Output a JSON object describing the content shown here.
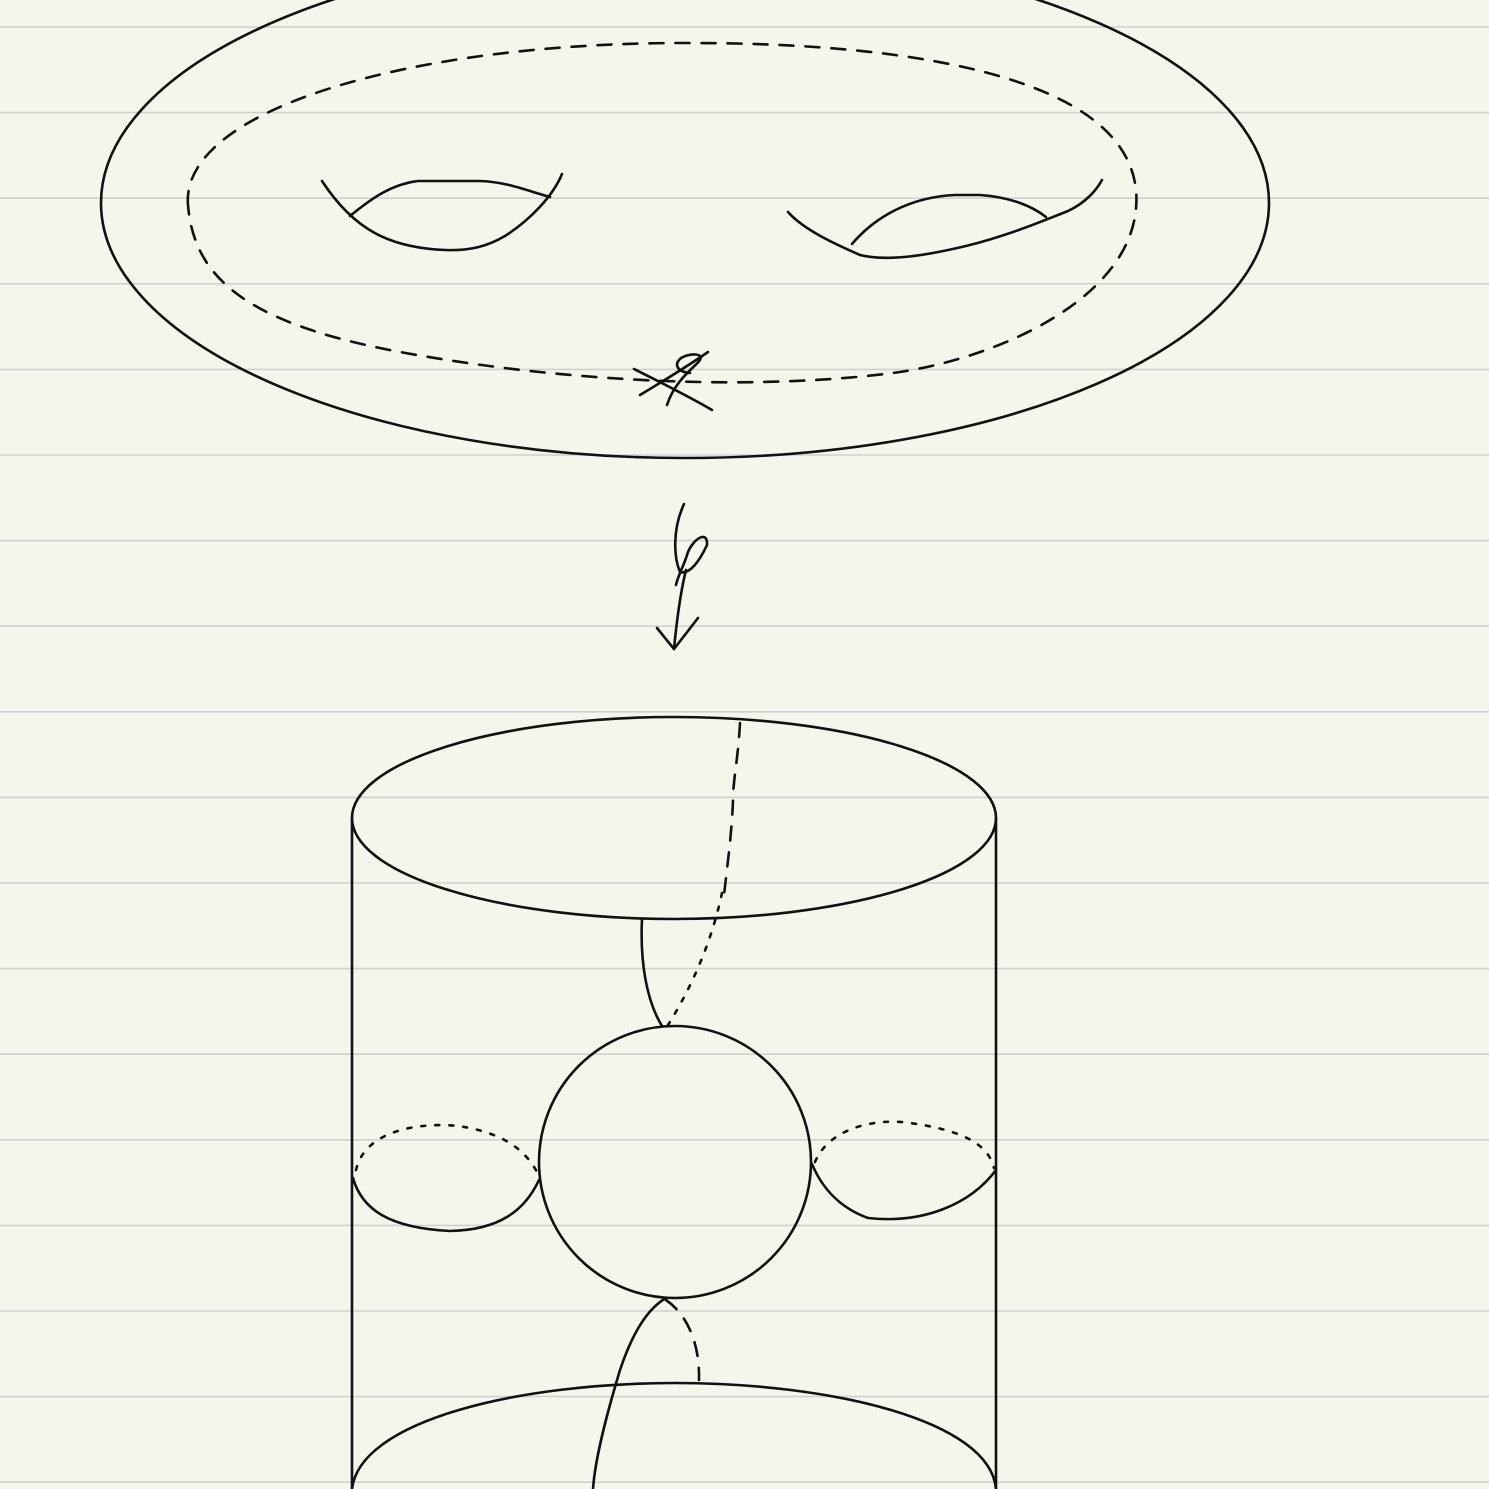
{
  "page": {
    "background_color": "#f6f5eb",
    "rule_line_color": "#cfd0d1",
    "ink_color": "#111111"
  },
  "annotations": {
    "map_symbol": "φ",
    "point_symbol": "x_0",
    "arrow_direction": "down"
  }
}
